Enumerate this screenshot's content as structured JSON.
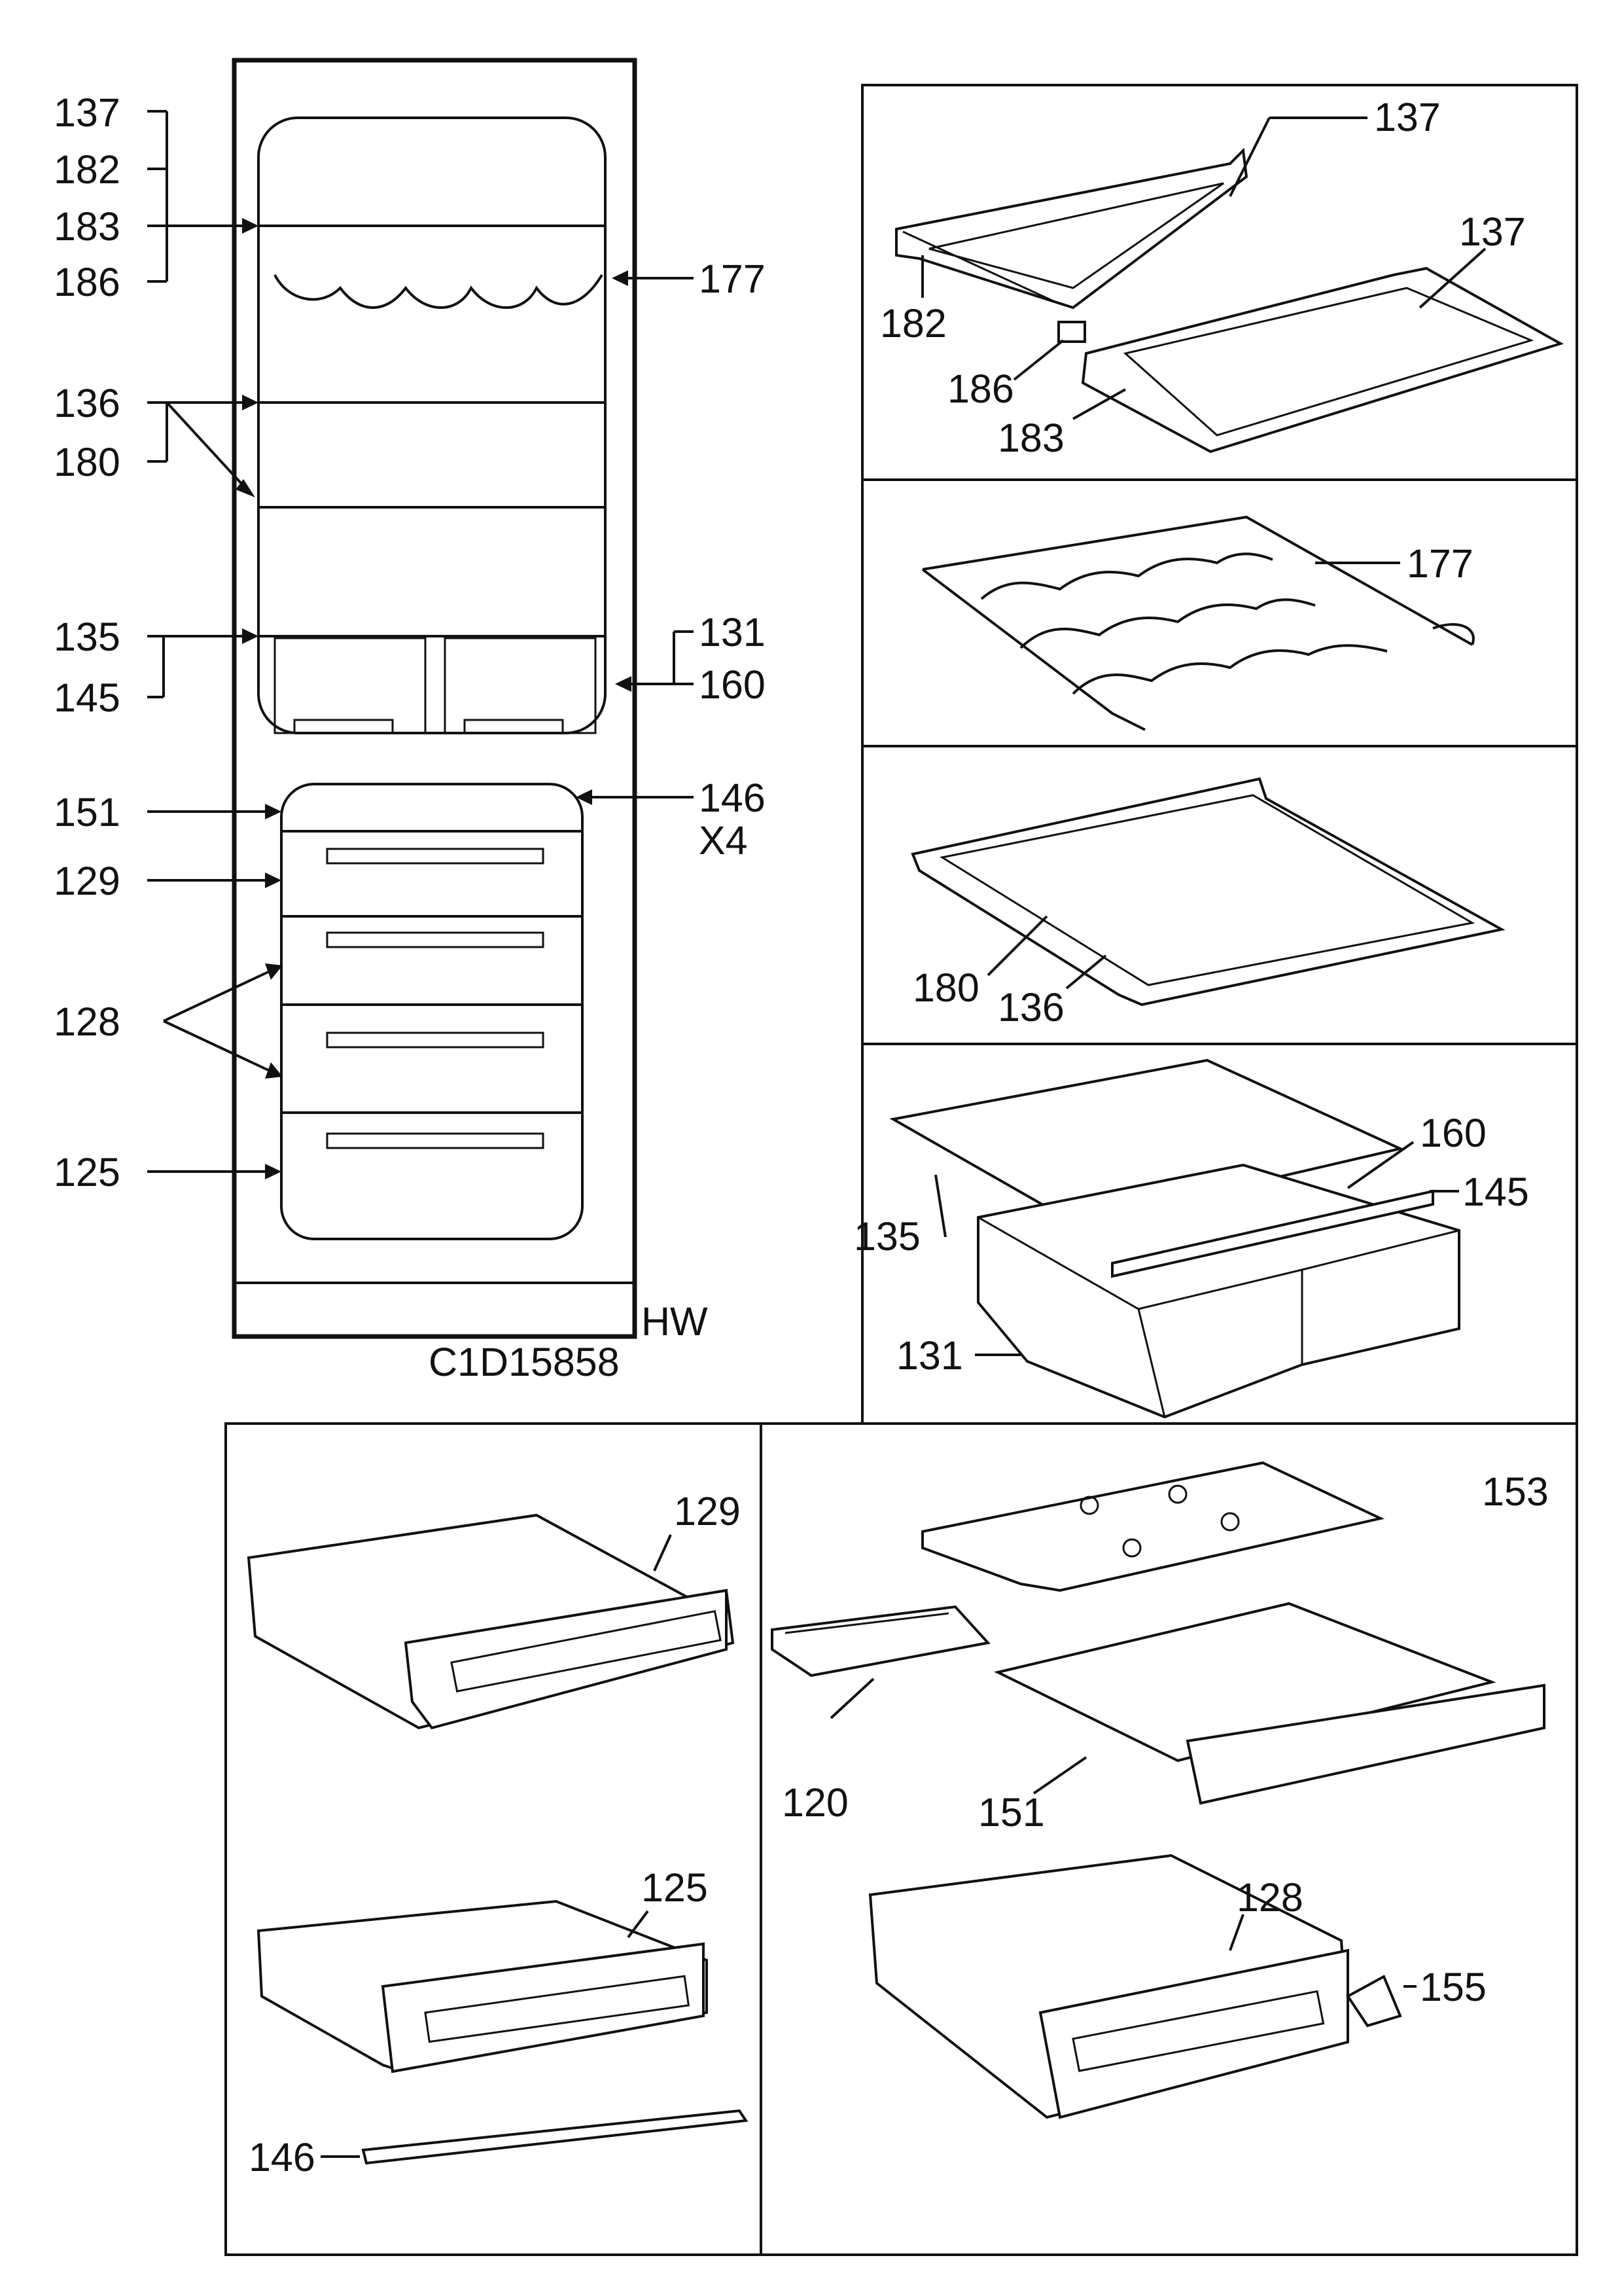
{
  "diagram_code": "C1D15858",
  "variant": "HW",
  "overview": {
    "label_137": "137",
    "label_182": "182",
    "label_183": "183",
    "label_186": "186",
    "label_177": "177",
    "label_136": "136",
    "label_180": "180",
    "label_135": "135",
    "label_145": "145",
    "label_131": "131",
    "label_160": "160",
    "label_151": "151",
    "label_146": "146",
    "label_146_qty": "X4",
    "label_129": "129",
    "label_128": "128",
    "label_125": "125"
  },
  "panels": {
    "shelves_glass": {
      "label_137a": "137",
      "label_137b": "137",
      "label_182": "182",
      "label_186": "186",
      "label_183": "183"
    },
    "bottle_rack": {
      "label_177": "177"
    },
    "shelf_180": {
      "label_180": "180",
      "label_136": "136"
    },
    "crisper": {
      "label_160": "160",
      "label_145": "145",
      "label_135": "135",
      "label_131": "131"
    },
    "drawers_left": {
      "label_129": "129",
      "label_125": "125",
      "label_146": "146"
    },
    "drawers_right": {
      "label_153": "153",
      "label_120": "120",
      "label_151": "151",
      "label_128": "128",
      "label_155": "155"
    }
  }
}
